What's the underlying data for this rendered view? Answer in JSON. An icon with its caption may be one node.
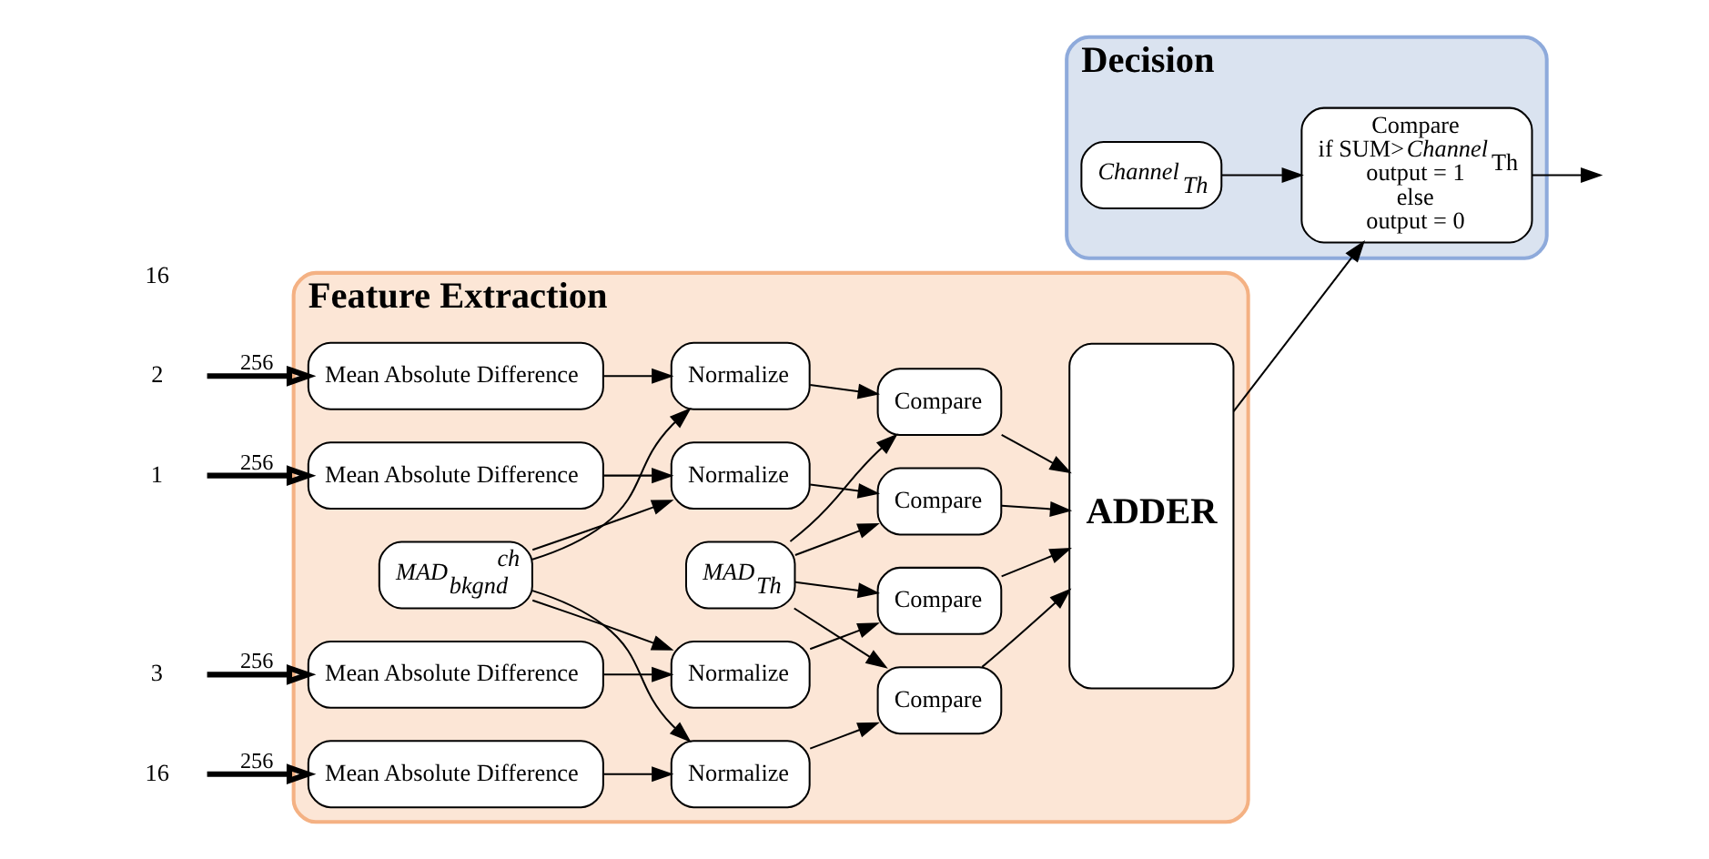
{
  "diagram": {
    "nodes": [
      {
        "text": [
          "Feature Extraction"
        ]
      },
      {
        "text": [
          "1"
        ]
      },
      {
        "text": [
          "2"
        ]
      },
      {
        "text": [
          "3"
        ]
      },
      {
        "text": [
          "16"
        ]
      },
      {
        "text": [
          "Mean Absolute Difference"
        ],
        "in": 0
      },
      {
        "text": [
          "Mean Absolute Difference"
        ],
        "in": 0
      },
      {
        "text": [
          "Mean Absolute Difference"
        ],
        "in": 0
      },
      {
        "text": [
          "Mean Absolute Difference"
        ],
        "in": 0
      },
      {
        "text": [
          "Normalize"
        ],
        "in": 0
      },
      {
        "text": [
          "Normalize"
        ],
        "in": 0
      },
      {
        "text": [
          "Normalize"
        ],
        "in": 0
      },
      {
        "text": [
          "Normalize"
        ],
        "in": 0
      },
      {
        "text": [
          "Compare"
        ],
        "in": 0
      },
      {
        "text": [
          "Compare"
        ],
        "in": 0
      },
      {
        "text": [
          "Compare"
        ],
        "in": 0
      },
      {
        "text": [
          "Compare"
        ],
        "in": 0
      },
      {
        "text": [
          "ADDER"
        ],
        "in": 0
      },
      {
        "text": [
          "MAD$_{bkgnd}$$^{ch}$"
        ],
        "in": 0
      },
      {
        "text": [
          "MAD$_{Th}$"
        ],
        "in": 0
      },
      {
        "text": [
          "Decision"
        ]
      },
      {
        "text": [
          "Compare",
          "if SUM>*Channel*$_{Th}$",
          "output = 1",
          "else",
          "output = 0"
        ],
        "in": 20
      },
      {
        "text": [
          "Channel$_{Th}$"
        ],
        "in": 20
      }
    ],
    "edges": [
      {
        "from": 1,
        "to": 5,
        "arrow": "to",
        "label": "256",
        "style": "thick"
      },
      {
        "from": 2,
        "to": 6,
        "arrow": "to",
        "label": "256",
        "style": "thick"
      },
      {
        "from": 3,
        "to": 7,
        "arrow": "to",
        "label": "256",
        "style": "thick"
      },
      {
        "from": 4,
        "to": 8,
        "arrow": "to",
        "label": "256",
        "style": "thick"
      },
      {
        "from": 5,
        "to": 9,
        "arrow": "to"
      },
      {
        "from": 6,
        "to": 10,
        "arrow": "to"
      },
      {
        "from": 7,
        "to": 11,
        "arrow": "to"
      },
      {
        "from": 8,
        "to": 12,
        "arrow": "to"
      },
      {
        "from": 18,
        "to": 9,
        "arrow": "to"
      },
      {
        "from": 18,
        "to": 10,
        "arrow": "to"
      },
      {
        "from": 18,
        "to": 11,
        "arrow": "to"
      },
      {
        "from": 18,
        "to": 12,
        "arrow": "to"
      },
      {
        "from": 9,
        "to": 13,
        "arrow": "to"
      },
      {
        "from": 10,
        "to": 14,
        "arrow": "to"
      },
      {
        "from": 11,
        "to": 15,
        "arrow": "to"
      },
      {
        "from": 12,
        "to": 16,
        "arrow": "to"
      },
      {
        "from": 19,
        "to": 13,
        "arrow": "to"
      },
      {
        "from": 19,
        "to": 14,
        "arrow": "to"
      },
      {
        "from": 19,
        "to": 15,
        "arrow": "to"
      },
      {
        "from": 19,
        "to": 16,
        "arrow": "to"
      },
      {
        "from": 13,
        "to": 17,
        "arrow": "to"
      },
      {
        "from": 14,
        "to": 17,
        "arrow": "to"
      },
      {
        "from": 15,
        "to": 17,
        "arrow": "to"
      },
      {
        "from": 16,
        "to": 17,
        "arrow": "to"
      },
      {
        "from": 17,
        "to": 21,
        "arrow": "to"
      },
      {
        "from": 22,
        "to": 21,
        "arrow": "to"
      },
      {
        "from": 21,
        "to": null,
        "arrow": "to"
      }
    ],
    "labels": [
      "16"
    ]
  }
}
